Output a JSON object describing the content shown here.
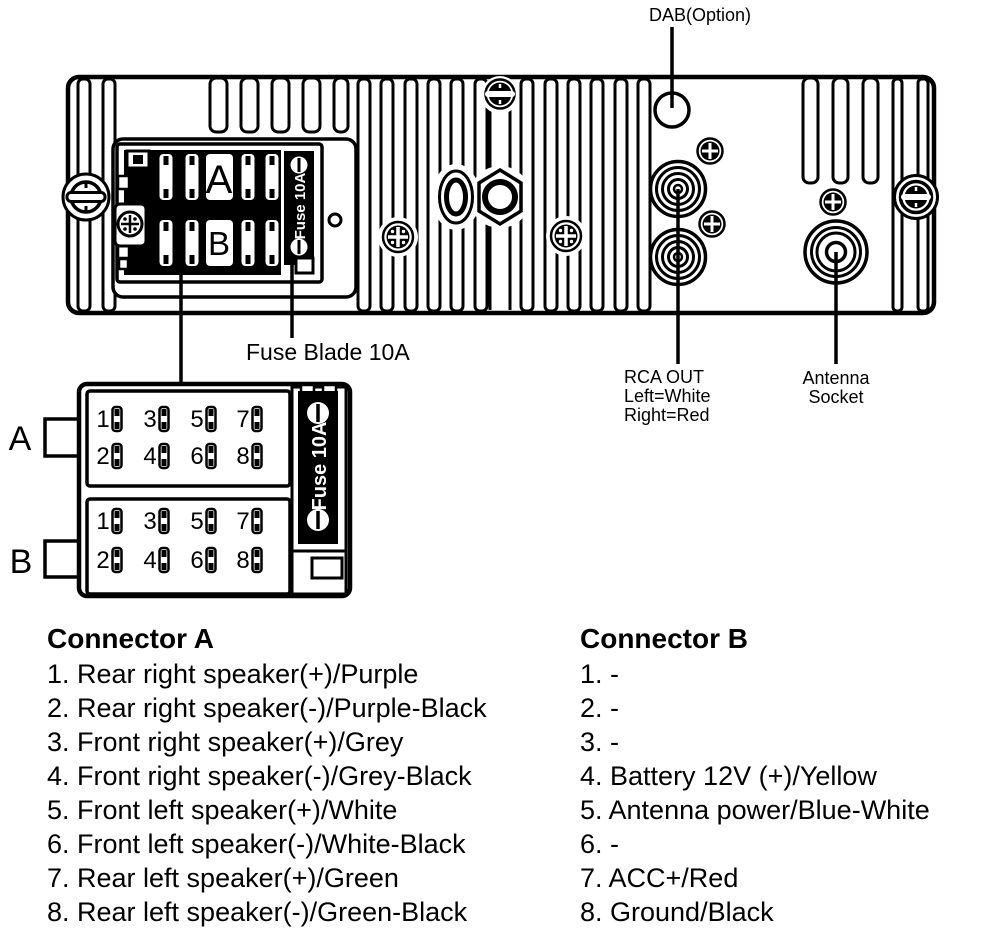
{
  "diagram": {
    "dab_label": "DAB(Option)",
    "fuse_blade_label": "Fuse Blade 10A",
    "rca_label_lines": [
      "RCA OUT",
      "Left=White",
      "Right=Red"
    ],
    "antenna_label_lines": [
      "Antenna",
      "Socket"
    ],
    "fuse_strip_label": "Fuse 10A",
    "panel_block_letters": {
      "a": "A",
      "b": "B"
    },
    "iso_connector_letters": {
      "a": "A",
      "b": "B"
    },
    "pins_top": [
      "1",
      "3",
      "5",
      "7"
    ],
    "pins_bottom": [
      "2",
      "4",
      "6",
      "8"
    ]
  },
  "lists": {
    "connector_a": {
      "title": "Connector A",
      "items": [
        "1. Rear right speaker(+)/Purple",
        "2. Rear right speaker(-)/Purple-Black",
        "3. Front right speaker(+)/Grey",
        "4. Front right speaker(-)/Grey-Black",
        "5. Front left speaker(+)/White",
        "6. Front left speaker(-)/White-Black",
        "7. Rear left speaker(+)/Green",
        "8. Rear left speaker(-)/Green-Black"
      ]
    },
    "connector_b": {
      "title": "Connector B",
      "items": [
        "1. -",
        "2. -",
        "3. -",
        "4. Battery 12V (+)/Yellow",
        "5. Antenna power/Blue-White",
        "6. -",
        "7. ACC+/Red",
        "8. Ground/Black"
      ]
    }
  },
  "colors": {
    "line_color": "#000000",
    "background": "#ffffff",
    "fuse_strip_background": "#000000",
    "fuse_strip_text": "#ffffff",
    "text_color": "#000000"
  }
}
